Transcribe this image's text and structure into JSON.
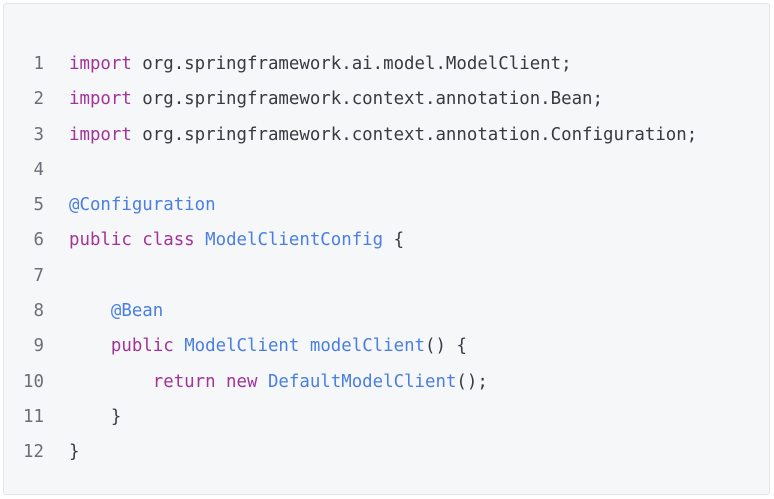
{
  "code": {
    "lines": [
      {
        "number": "1",
        "tokens": [
          {
            "text": "import",
            "kind": "keyword"
          },
          {
            "text": " org.springframework.ai.model.ModelClient;",
            "kind": "plain"
          }
        ]
      },
      {
        "number": "2",
        "tokens": [
          {
            "text": "import",
            "kind": "keyword"
          },
          {
            "text": " org.springframework.context.annotation.Bean;",
            "kind": "plain"
          }
        ]
      },
      {
        "number": "3",
        "tokens": [
          {
            "text": "import",
            "kind": "keyword"
          },
          {
            "text": " org.springframework.context.annotation.Configuration;",
            "kind": "plain"
          }
        ]
      },
      {
        "number": "4",
        "tokens": []
      },
      {
        "number": "5",
        "tokens": [
          {
            "text": "@Configuration",
            "kind": "annotation"
          }
        ]
      },
      {
        "number": "6",
        "tokens": [
          {
            "text": "public class",
            "kind": "keyword"
          },
          {
            "text": " ",
            "kind": "plain"
          },
          {
            "text": "ModelClientConfig",
            "kind": "type"
          },
          {
            "text": " {",
            "kind": "plain"
          }
        ]
      },
      {
        "number": "7",
        "tokens": []
      },
      {
        "number": "8",
        "tokens": [
          {
            "text": "    ",
            "kind": "plain"
          },
          {
            "text": "@Bean",
            "kind": "annotation"
          }
        ]
      },
      {
        "number": "9",
        "tokens": [
          {
            "text": "    ",
            "kind": "plain"
          },
          {
            "text": "public",
            "kind": "keyword"
          },
          {
            "text": " ",
            "kind": "plain"
          },
          {
            "text": "ModelClient",
            "kind": "type"
          },
          {
            "text": " ",
            "kind": "plain"
          },
          {
            "text": "modelClient",
            "kind": "type"
          },
          {
            "text": "() {",
            "kind": "plain"
          }
        ]
      },
      {
        "number": "10",
        "tokens": [
          {
            "text": "        ",
            "kind": "plain"
          },
          {
            "text": "return new",
            "kind": "keyword"
          },
          {
            "text": " ",
            "kind": "plain"
          },
          {
            "text": "DefaultModelClient",
            "kind": "type"
          },
          {
            "text": "();",
            "kind": "plain"
          }
        ]
      },
      {
        "number": "11",
        "tokens": [
          {
            "text": "    }",
            "kind": "plain"
          }
        ]
      },
      {
        "number": "12",
        "tokens": [
          {
            "text": "}",
            "kind": "plain"
          }
        ]
      }
    ]
  },
  "colors": {
    "background": "#f6f7f9",
    "border": "#e3e5e8",
    "line_number": "#6b6f76",
    "keyword": "#a2339a",
    "type": "#4a7ee0",
    "annotation": "#4a7ee0",
    "plain": "#383a42"
  }
}
